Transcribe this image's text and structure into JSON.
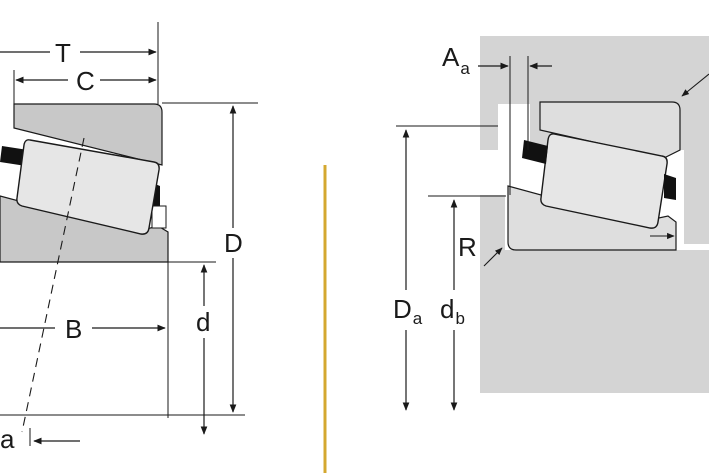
{
  "left_view": {
    "labels": {
      "T": "T",
      "C": "C",
      "D": "D",
      "d": "d",
      "B": "B",
      "a": "a"
    }
  },
  "right_view": {
    "labels": {
      "A": "A",
      "A_sub": "a",
      "R": "R",
      "Da": "D",
      "Da_sub": "a",
      "db": "d",
      "db_sub": "b"
    }
  },
  "colors": {
    "cup_grey": "#c8c8c8",
    "roller_fill": "#e6e6e6",
    "housing_grey": "#d4d4d4",
    "divider_gold": "#d4a830",
    "line": "#1a1a1a"
  }
}
